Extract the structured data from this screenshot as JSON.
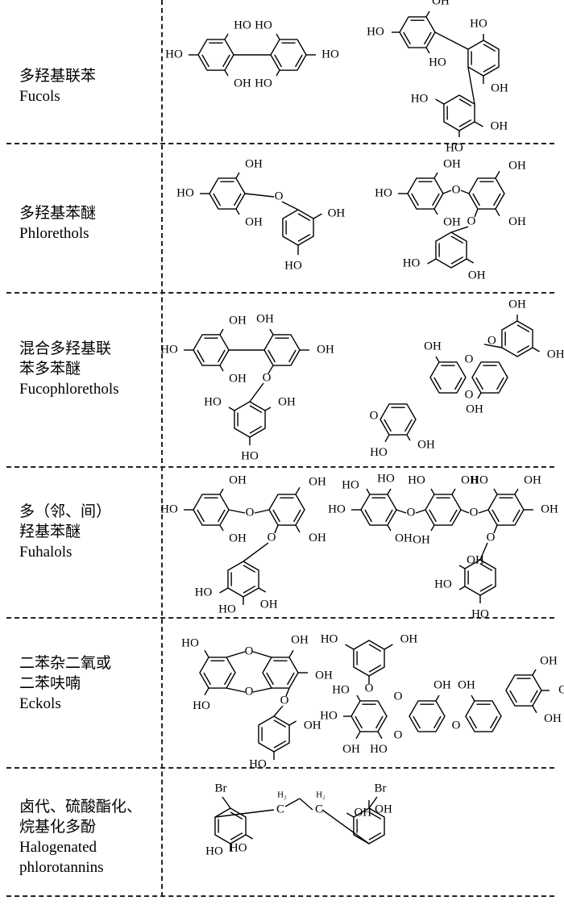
{
  "rows": [
    {
      "zh": [
        "多羟基联苯"
      ],
      "en": [
        "Fucols"
      ]
    },
    {
      "zh": [
        "多羟基苯醚"
      ],
      "en": [
        "Phlorethols"
      ]
    },
    {
      "zh": [
        "混合多羟基联",
        "苯多苯醚"
      ],
      "en": [
        "Fucophlorethols"
      ]
    },
    {
      "zh": [
        "多（邻、间）",
        "羟基苯醚"
      ],
      "en": [
        "Fuhalols"
      ]
    },
    {
      "zh": [
        "二苯杂二氧或",
        "二苯呋喃"
      ],
      "en": [
        "Eckols"
      ]
    },
    {
      "zh": [
        "卤代、硫酸酯化、",
        "烷基化多酚"
      ],
      "en": [
        "Halogenated",
        "phlorotannins"
      ]
    }
  ],
  "atoms": {
    "hydroxyl": "HO",
    "hydroxyl_r": "OH",
    "oxygen": "O",
    "bromine": "Br",
    "methylene": "H₂",
    "carbon": "C"
  }
}
